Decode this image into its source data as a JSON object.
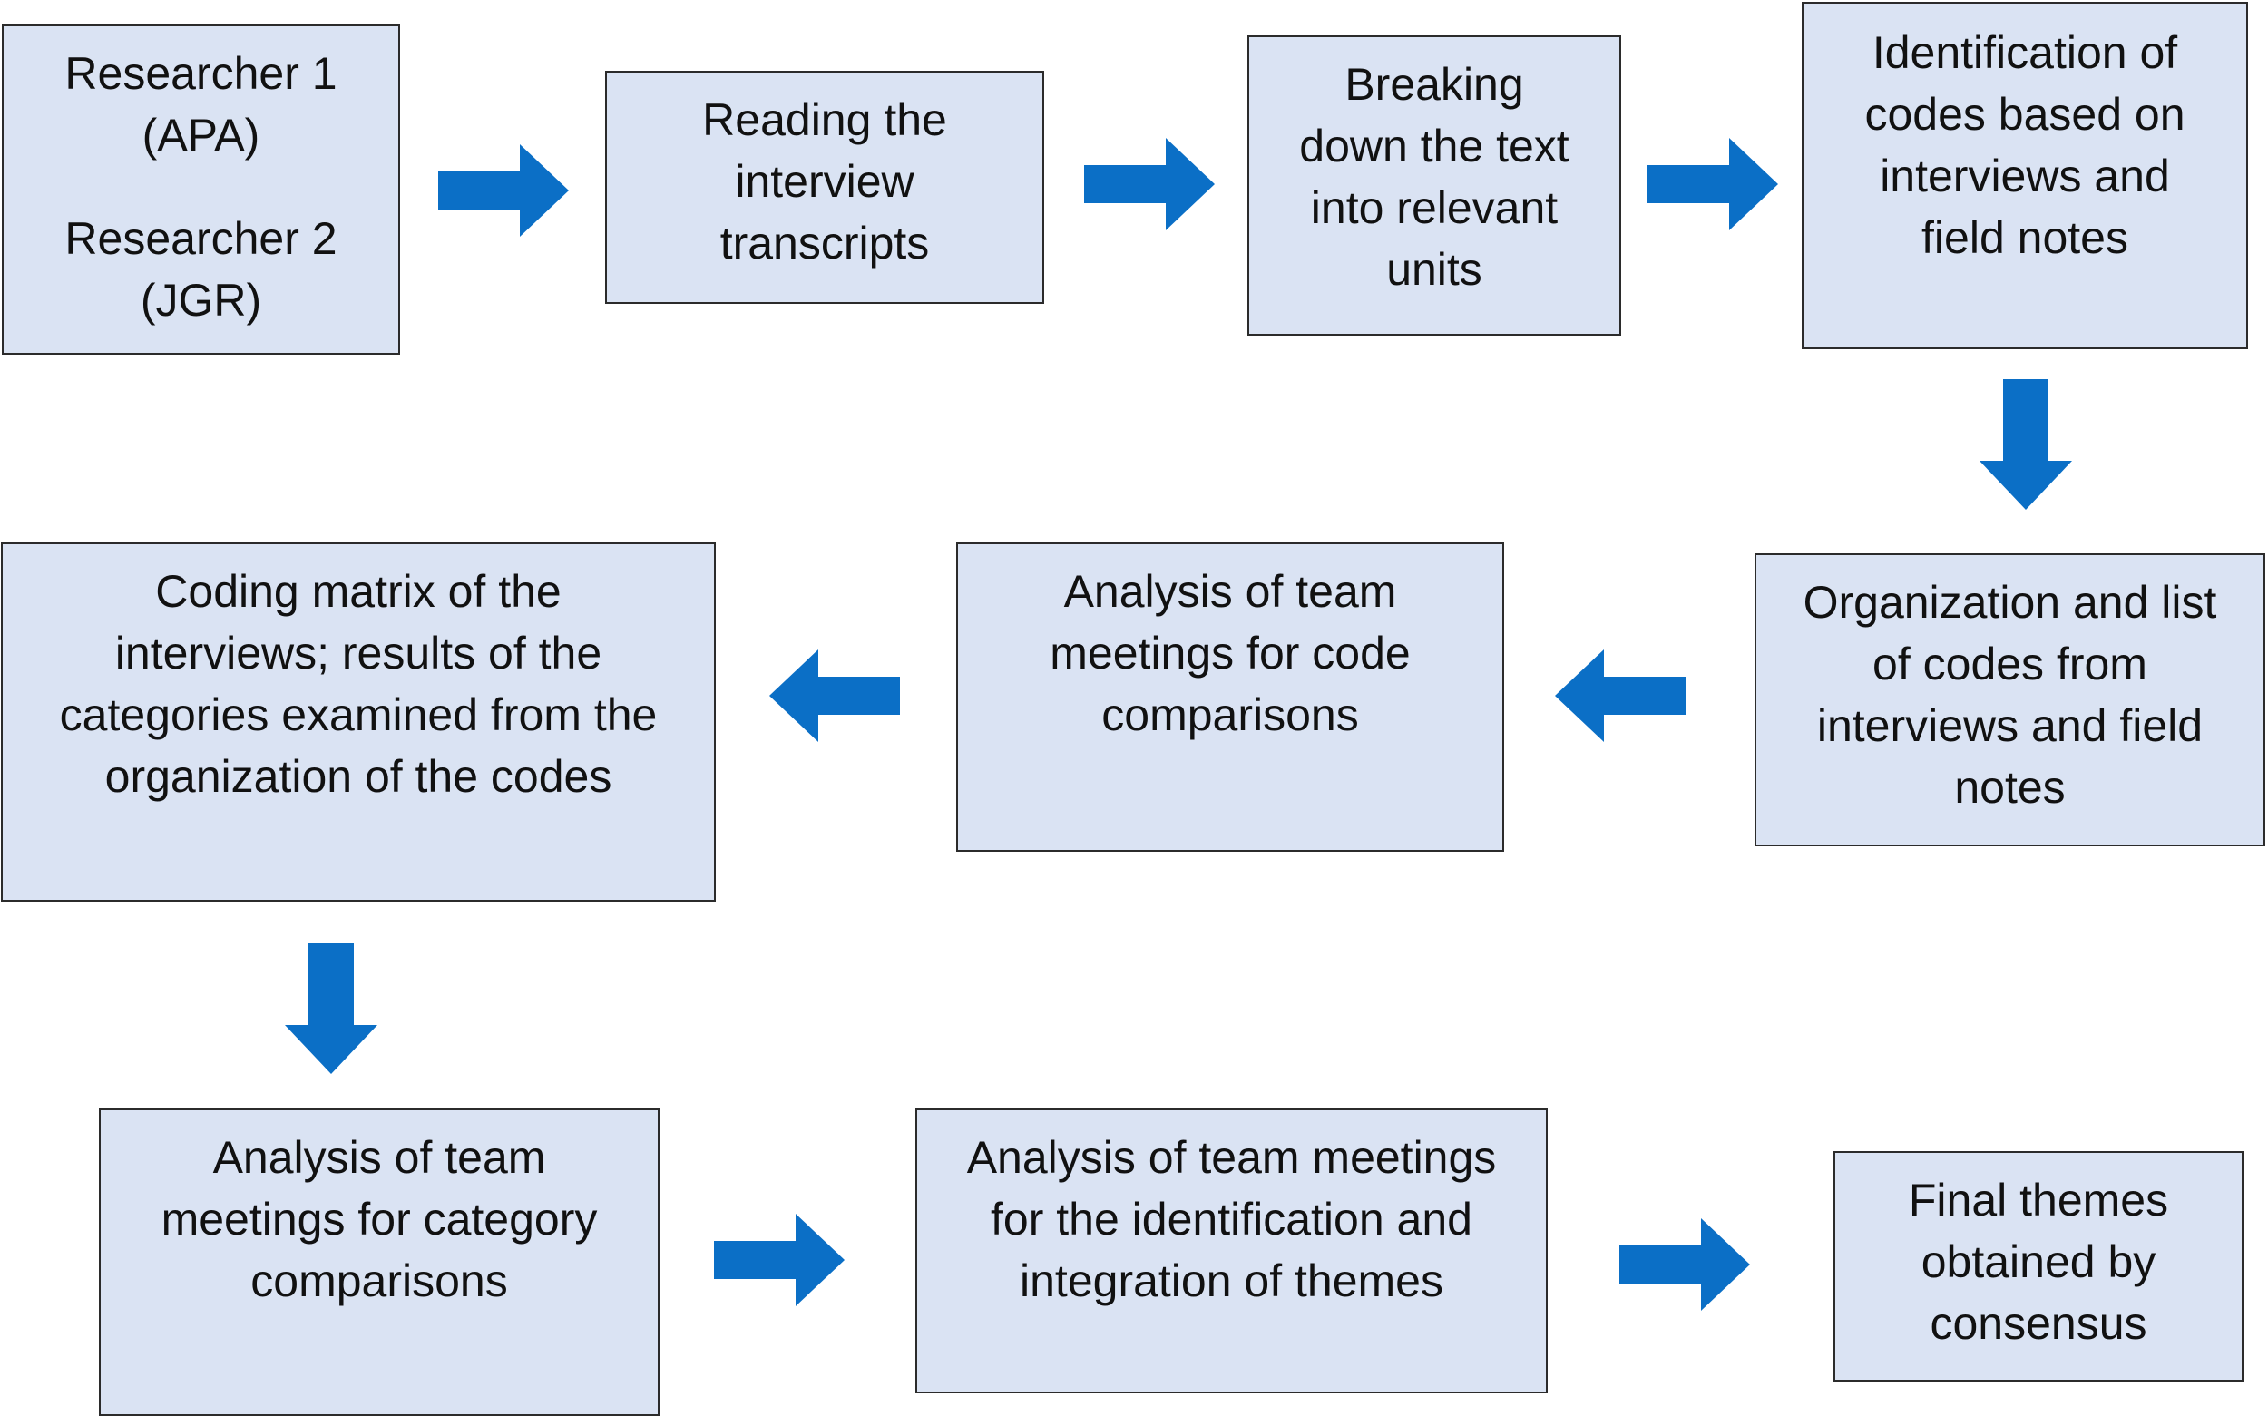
{
  "colors": {
    "box_fill": "#dae3f3",
    "box_border": "#2b2b2b",
    "arrow": "#0b6fc6",
    "text": "#111111"
  },
  "steps": {
    "researchers": {
      "researcher1": [
        "Researcher 1",
        "(APA)"
      ],
      "researcher2": [
        "Researcher 2",
        "(JGR)"
      ]
    },
    "reading": [
      "Reading the",
      "interview",
      "transcripts"
    ],
    "breaking": [
      "Breaking",
      "down the text",
      "into relevant",
      "units"
    ],
    "identification": [
      "Identification of",
      "codes based on",
      "interviews and",
      "field notes"
    ],
    "organization": [
      "Organization and list",
      "of codes from",
      "interviews and field",
      "notes"
    ],
    "code_comparison": [
      "Analysis of team",
      "meetings for code",
      "comparisons"
    ],
    "coding_matrix": [
      "Coding matrix of the",
      "interviews; results of the",
      "categories examined from the",
      "organization of the codes"
    ],
    "category_comparison": [
      "Analysis of team",
      "meetings for category",
      "comparisons"
    ],
    "themes_integration": [
      "Analysis of team meetings",
      "for the identification and",
      "integration of themes"
    ],
    "final_themes": [
      "Final themes",
      "obtained by",
      "consensus"
    ]
  },
  "arrows": [
    {
      "from": "researchers",
      "to": "reading",
      "direction": "right",
      "icon": "arrow-right-icon"
    },
    {
      "from": "reading",
      "to": "breaking",
      "direction": "right",
      "icon": "arrow-right-icon"
    },
    {
      "from": "breaking",
      "to": "identification",
      "direction": "right",
      "icon": "arrow-right-icon"
    },
    {
      "from": "identification",
      "to": "organization",
      "direction": "down",
      "icon": "arrow-down-icon"
    },
    {
      "from": "organization",
      "to": "code_comparison",
      "direction": "left",
      "icon": "arrow-left-icon"
    },
    {
      "from": "code_comparison",
      "to": "coding_matrix",
      "direction": "left",
      "icon": "arrow-left-icon"
    },
    {
      "from": "coding_matrix",
      "to": "category_comparison",
      "direction": "down",
      "icon": "arrow-down-icon"
    },
    {
      "from": "category_comparison",
      "to": "themes_integration",
      "direction": "right",
      "icon": "arrow-right-icon"
    },
    {
      "from": "themes_integration",
      "to": "final_themes",
      "direction": "right",
      "icon": "arrow-right-icon"
    }
  ]
}
